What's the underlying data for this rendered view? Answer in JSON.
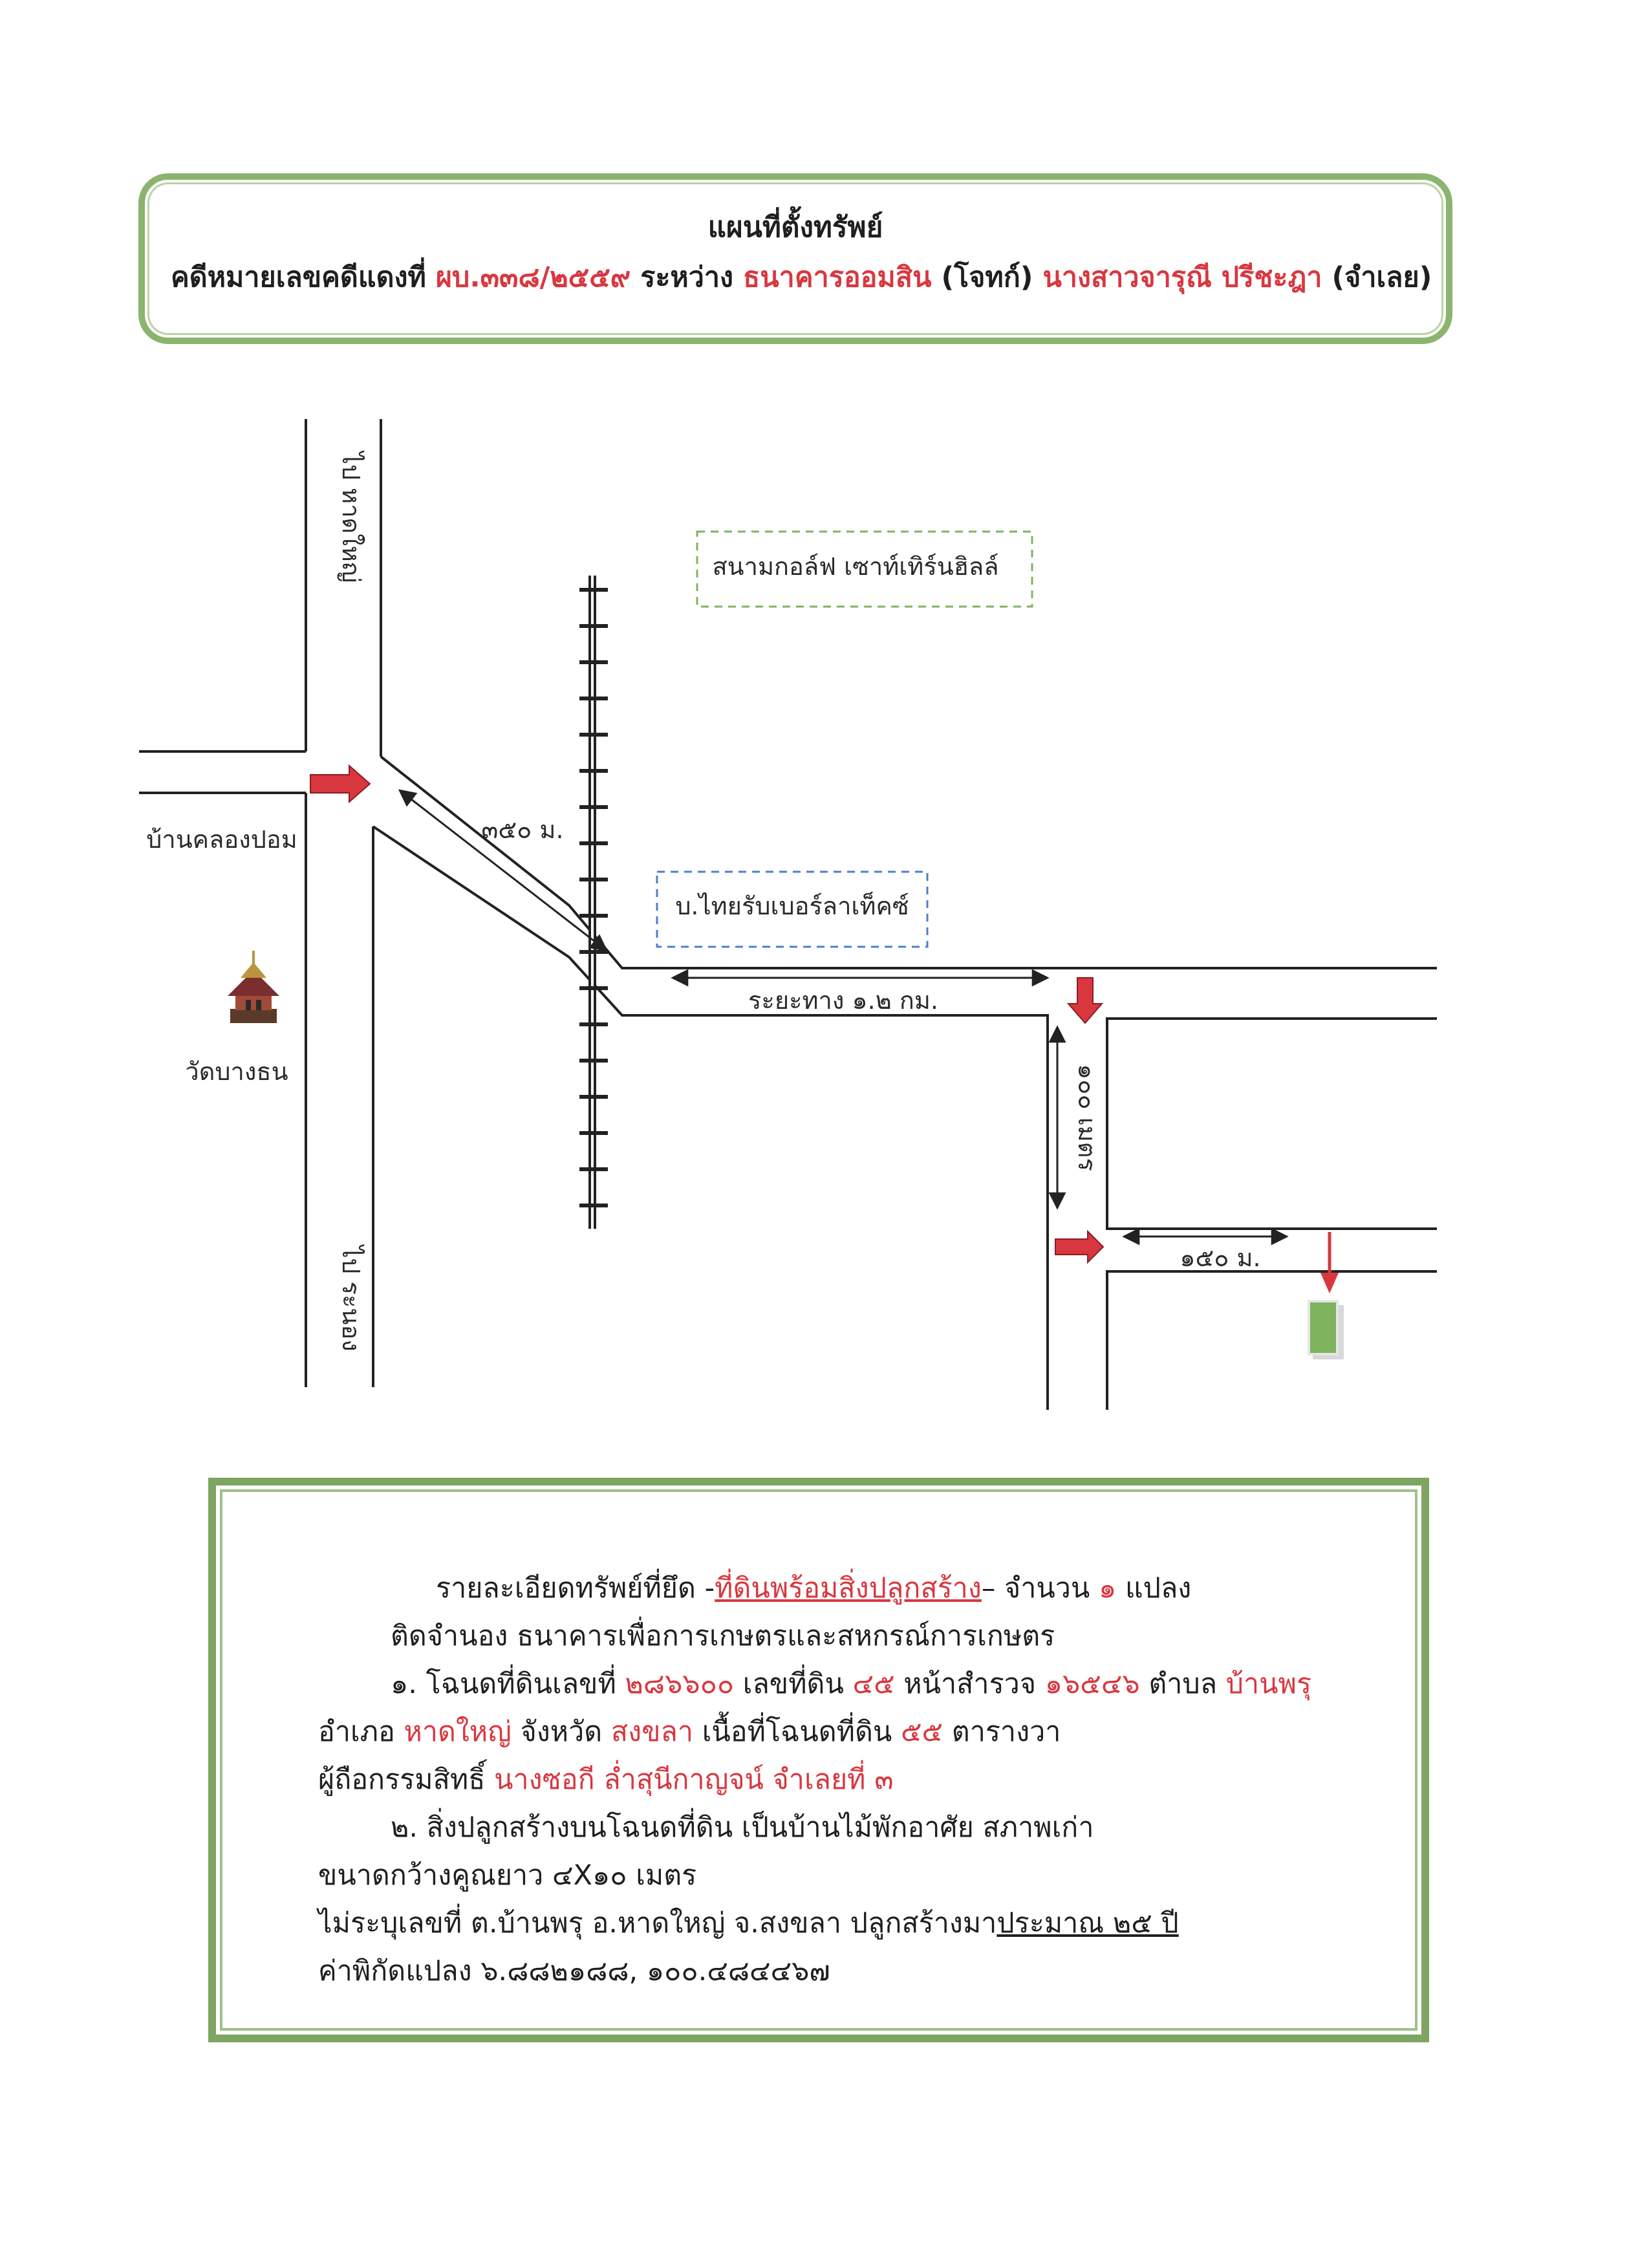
{
  "header": {
    "title": "แผนที่ตั้งทรัพย์",
    "case_prefix": "คดีหมายเลขคดีแดงที่",
    "case_number": "ผบ.๓๓๘/๒๕๕๙",
    "between": "ระหว่าง",
    "plaintiff": "ธนาคารออมสิน",
    "plaintiff_role": "(โจทก์)",
    "defendant": "นางสาวจารุณี ปรีชะฎา",
    "defendant_role": "(จำเลย)"
  },
  "map": {
    "road_label_north": "ไป หาดใหญ่",
    "road_label_south": "ไป ระนอง",
    "village": "บ้านคลองปอม",
    "temple": "วัดบางธน",
    "golf_course": "สนามกอล์ฟ เซาท์เทิร์นฮิลล์",
    "factory": "บ.ไทยรับเบอร์ลาเท็คซ์",
    "dist_350": "๓๕๐ ม.",
    "dist_1_2km": "ระยะทาง ๑.๒ กม.",
    "dist_100": "๑๐๐ เมตร",
    "dist_150": "๑๕๐ ม.",
    "colors": {
      "arrow": "#d9373f",
      "plot": "#7fb35e",
      "golf_border": "#7fb35e",
      "factory_border": "#4a7fd0"
    },
    "icons": [
      "temple-icon",
      "direction-arrow-icon",
      "plot-marker-icon"
    ]
  },
  "details": {
    "line1_prefix": "รายละเอียดทรัพย์ที่ยึด -",
    "line1_item": "ที่ดินพร้อมสิ่งปลูกสร้าง",
    "line1_mid": "– จำนวน",
    "line1_count": "๑",
    "line1_suffix": "แปลง",
    "line2": "ติดจำนอง ธนาคารเพื่อการเกษตรและสหกรณ์การเกษตร",
    "line3_a": "๑. โฉนดที่ดินเลขที่",
    "deed_no": "๒๘๖๖๐๐",
    "line3_b": "เลขที่ดิน",
    "land_no": "๔๕",
    "line3_c": "หน้าสำรวจ",
    "survey_no": "๑๖๕๔๖",
    "line3_d": "ตำบล",
    "subdistrict": "บ้านพรุ",
    "line4_a": "อำเภอ",
    "district": "หาดใหญ่",
    "line4_b": "จังหวัด",
    "province": "สงขลา",
    "line4_c": "เนื้อที่โฉนดที่ดิน",
    "area": "๕๕",
    "line4_d": "ตารางวา",
    "line5_a": "ผู้ถือกรรมสิทธิ์",
    "owner": "นางซอกี ล่ำสุนีกาญจน์ จำเลยที่ ๓",
    "line6": "๒. สิ่งปลูกสร้างบนโฉนดที่ดิน เป็นบ้านไม้พักอาศัย สภาพเก่า",
    "line7": "ขนาดกว้างคูณยาว ๔X๑๐ เมตร",
    "line8_a": "ไม่ระบุเลขที่  ต.บ้านพรุ อ.หาดใหญ่ จ.สงขลา     ปลูกสร้างมา",
    "line8_b": "ประมาณ ๒๕ ปี",
    "line9": "ค่าพิกัดแปลง ๖.๘๘๒๑๘๘, ๑๐๐.๔๘๔๔๖๗"
  }
}
